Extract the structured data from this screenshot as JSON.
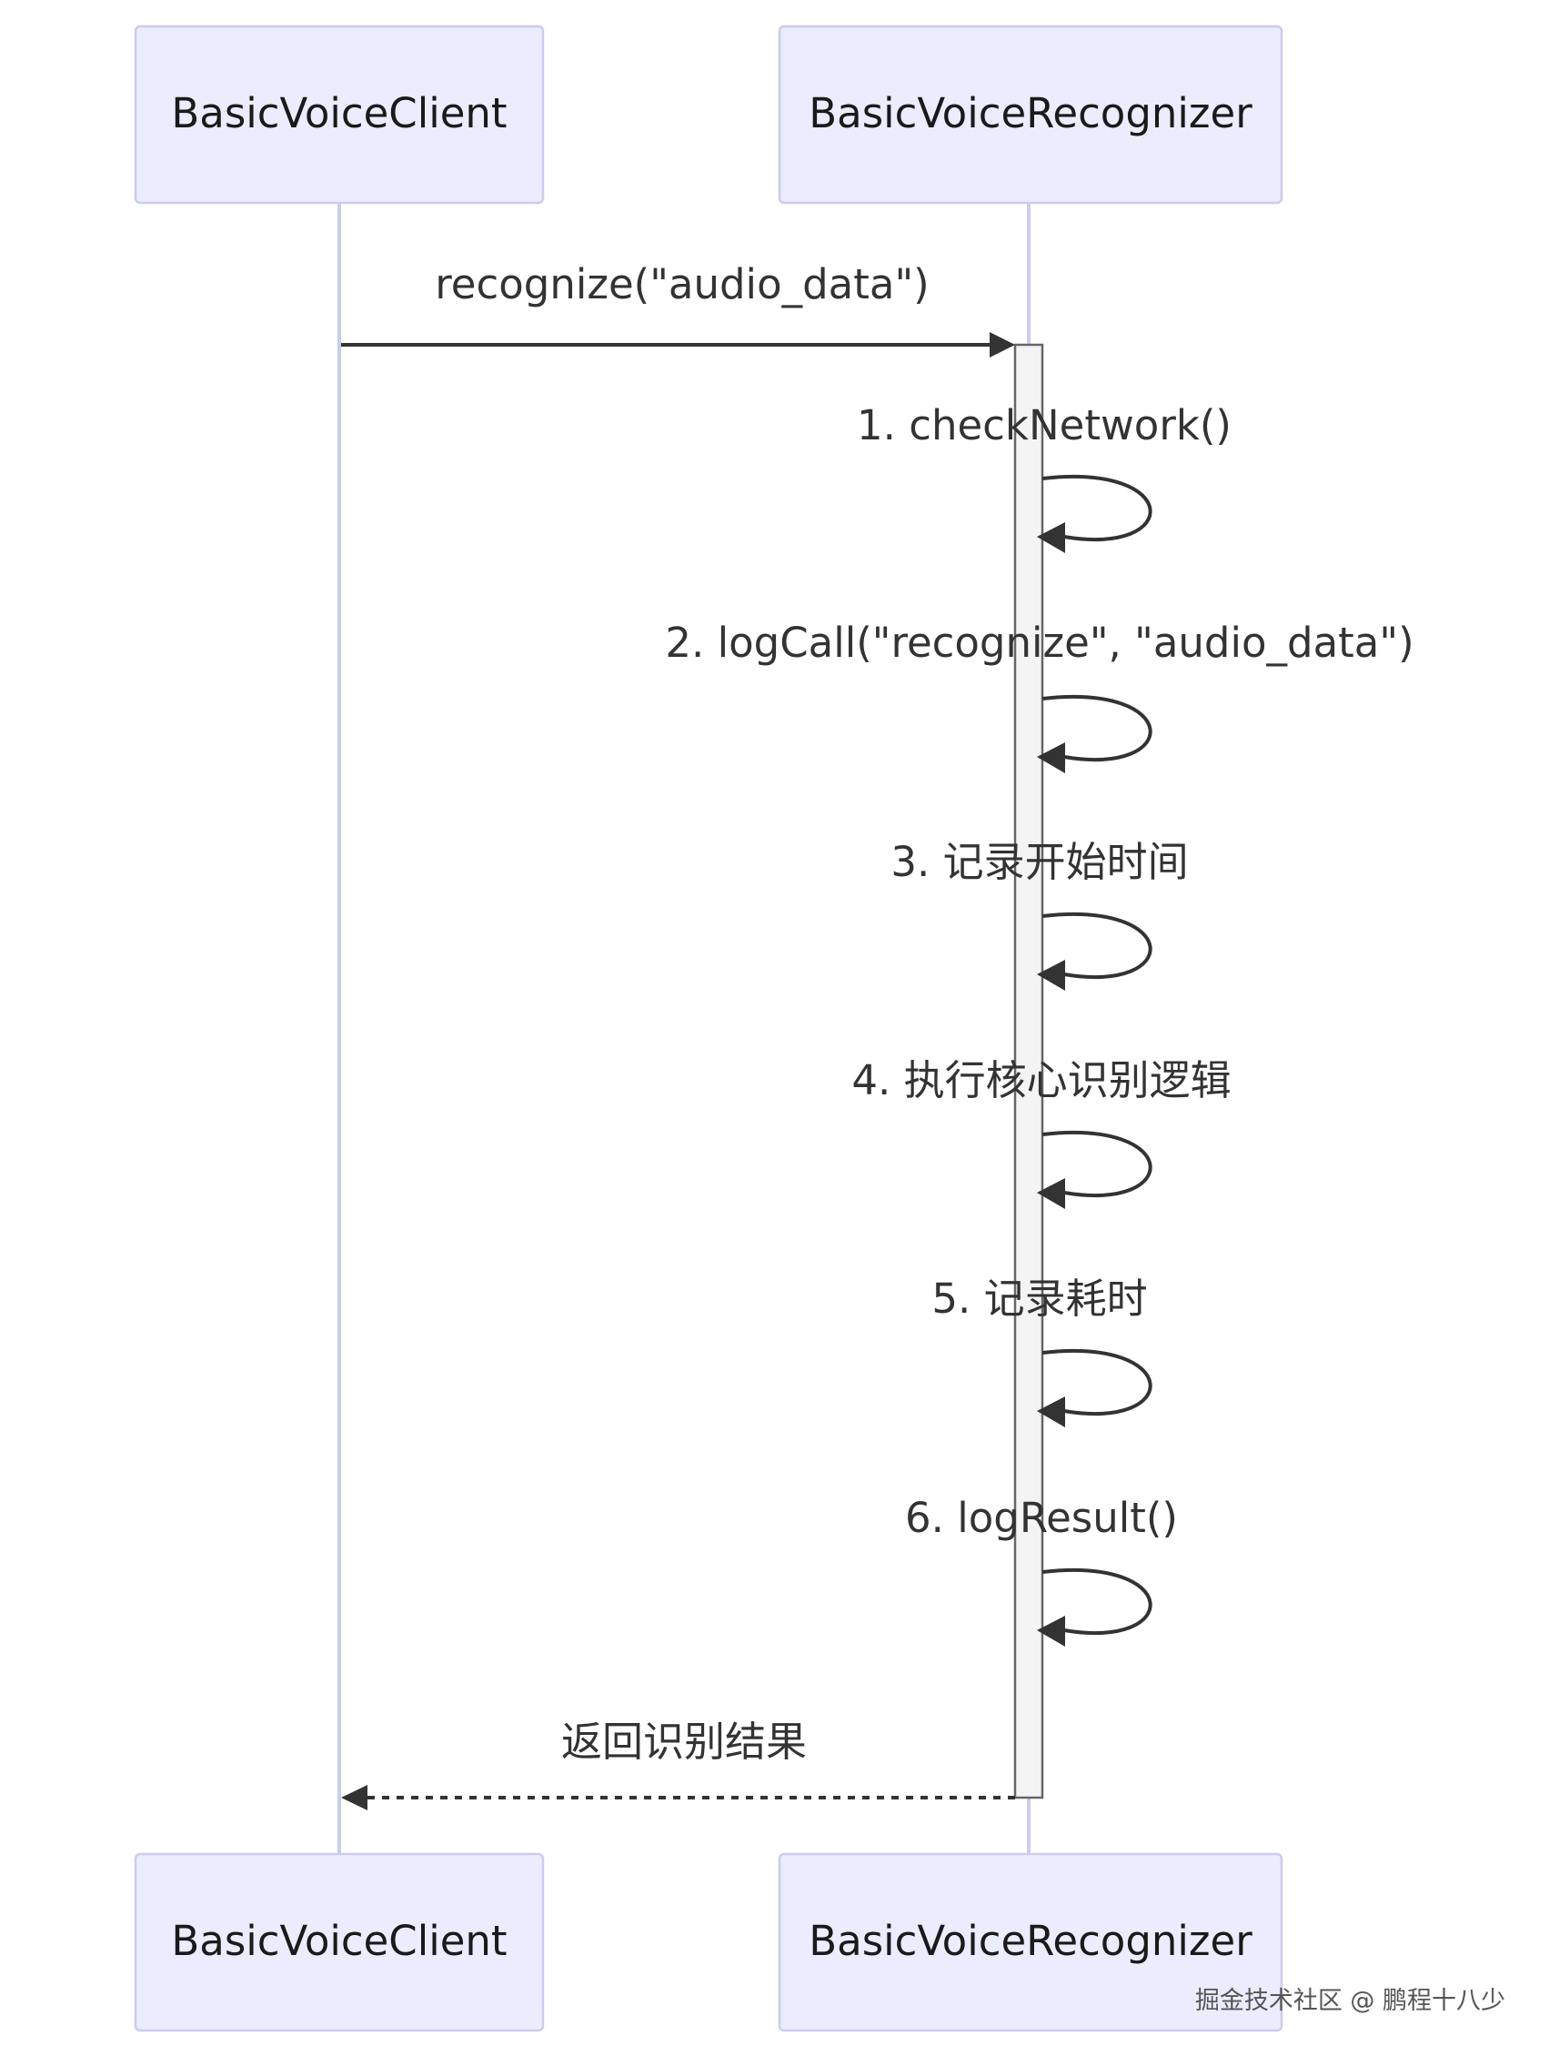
{
  "participants": [
    {
      "id": "client",
      "label": "BasicVoiceClient"
    },
    {
      "id": "recognizer",
      "label": "BasicVoiceRecognizer"
    }
  ],
  "messages": [
    {
      "from": "client",
      "to": "recognizer",
      "label": "recognize(\"audio_data\")",
      "style": "solid"
    },
    {
      "from": "recognizer",
      "to": "recognizer",
      "label": "1. checkNetwork()",
      "style": "solid"
    },
    {
      "from": "recognizer",
      "to": "recognizer",
      "label": "2. logCall(\"recognize\", \"audio_data\")",
      "style": "solid"
    },
    {
      "from": "recognizer",
      "to": "recognizer",
      "label": "3. 记录开始时间",
      "style": "solid"
    },
    {
      "from": "recognizer",
      "to": "recognizer",
      "label": "4. 执行核心识别逻辑",
      "style": "solid"
    },
    {
      "from": "recognizer",
      "to": "recognizer",
      "label": "5. 记录耗时",
      "style": "solid"
    },
    {
      "from": "recognizer",
      "to": "recognizer",
      "label": "6. logResult()",
      "style": "solid"
    },
    {
      "from": "recognizer",
      "to": "client",
      "label": "返回识别结果",
      "style": "dashed"
    }
  ],
  "watermark": "掘金技术社区 @ 鹏程十八少"
}
